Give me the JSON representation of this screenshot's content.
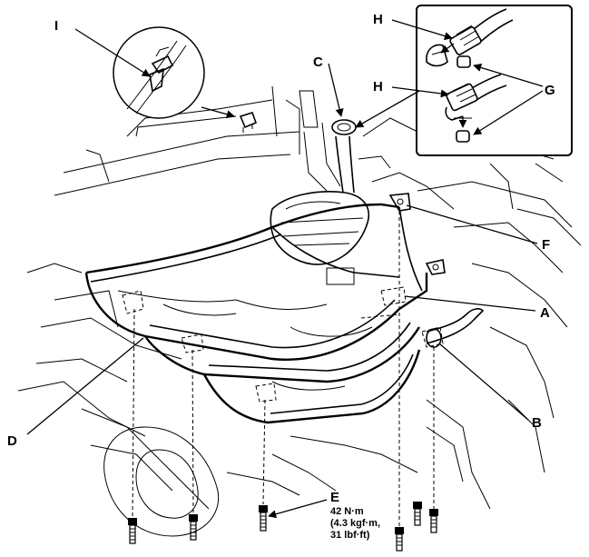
{
  "callouts": {
    "a": "A",
    "b": "B",
    "c": "C",
    "d": "D",
    "e": "E",
    "f": "F",
    "g": "G",
    "h_upper": "H",
    "h_lower": "H",
    "i": "I"
  },
  "torque_spec": {
    "line1": "42 N·m",
    "line2": "(4.3 kgf·m,",
    "line3": "31 lbf·ft)"
  }
}
